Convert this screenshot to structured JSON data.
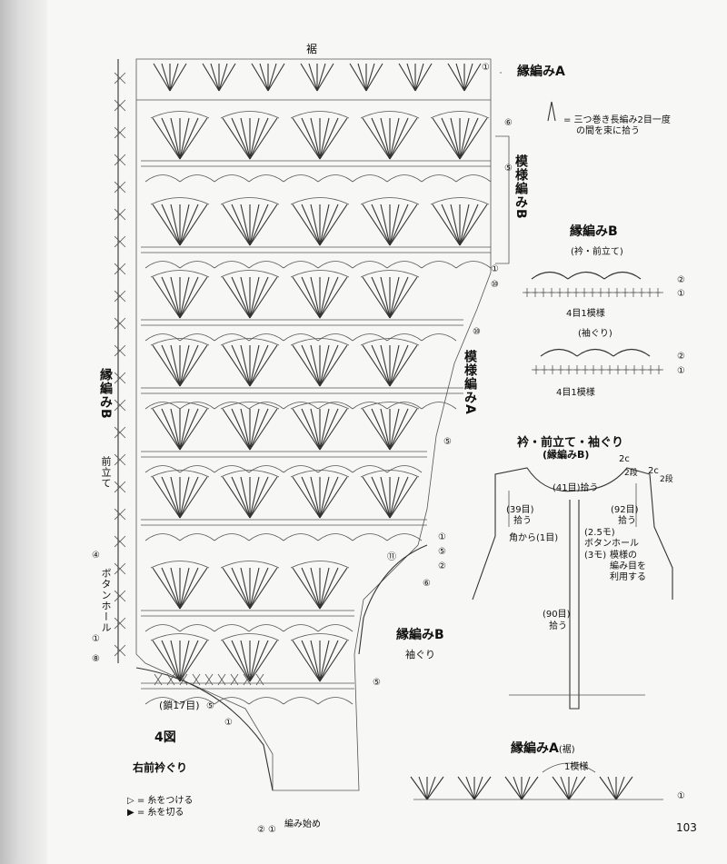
{
  "chart_labels": {
    "hem": "裾",
    "edging_a": "縁編みA",
    "pattern_b": "模様編みB",
    "pattern_a": "模様編みA",
    "edging_b_left": "縁編みB",
    "front_band": "前立て",
    "buttonhole": "ボタンホール",
    "edging_b_armhole": "縁編みB",
    "armhole": "袖ぐり",
    "chain17": "(鎖17目)",
    "figure_number": "4図",
    "figure_caption": "右前衿ぐり",
    "join_legend": "= 糸をつける",
    "cut_legend": "= 糸を切る",
    "start": "編み始め"
  },
  "legend": {
    "triple_treble": "= 三つ巻き長編み2目一度",
    "triple_treble_2": "の間を束に拾う"
  },
  "edging_b_panel": {
    "title": "縁編みB",
    "sub1": "(衿・前立て)",
    "repeat1": "4目1模様",
    "sub2": "(袖ぐり)",
    "repeat2": "4目1模様"
  },
  "schematic": {
    "title": "衿・前立て・袖ぐり",
    "subtitle": "(縁編みB)",
    "neck": "(41目)拾う",
    "left_side": "(39目)",
    "left_side2": "拾う",
    "armhole": "(92目)",
    "armhole2": "拾う",
    "corner": "角から(1目)",
    "c2a": "2c",
    "c2a_rows": "2段",
    "c2b": "2c",
    "c2b_rows": "2段",
    "band_width": "(2.5モ)",
    "buttonhole1": "ボタンホール",
    "buttonhole2": "模様の",
    "buttonhole3": "編み目を",
    "buttonhole4": "利用する",
    "bh_size": "(3モ)",
    "front": "(90目)",
    "front2": "拾う"
  },
  "edging_a_panel": {
    "title": "縁編みA",
    "title_suffix": "(裾)",
    "repeat": "1模様"
  },
  "row_markers": {
    "r1": "①",
    "r2": "②",
    "r5": "⑤",
    "r6": "⑥",
    "r8": "⑧",
    "r10": "⑩",
    "r11": "⑪",
    "r4": "④"
  },
  "page_number": "103"
}
